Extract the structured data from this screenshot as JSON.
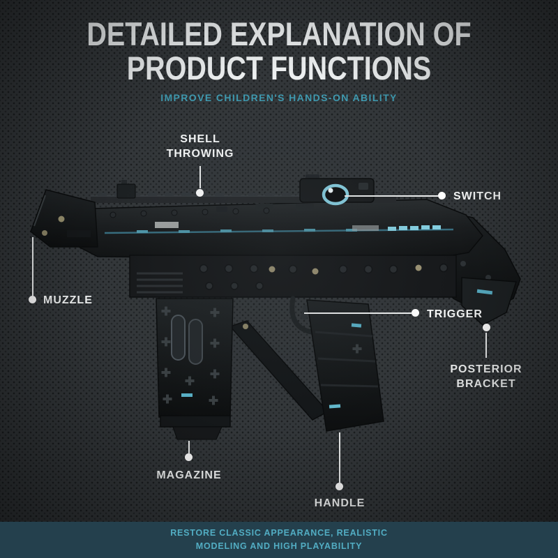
{
  "header": {
    "title_line1": "DETAILED EXPLANATION OF",
    "title_line2": "PRODUCT FUNCTIONS",
    "subtitle": "IMPROVE CHILDREN'S HANDS-ON ABILITY"
  },
  "callouts": [
    {
      "id": "shell-throwing",
      "label": "SHELL THROWING"
    },
    {
      "id": "switch",
      "label": "SWITCH"
    },
    {
      "id": "muzzle",
      "label": "MUZZLE"
    },
    {
      "id": "trigger",
      "label": "TRIGGER"
    },
    {
      "id": "posterior-bracket",
      "label": "POSTERIOR BRACKET"
    },
    {
      "id": "magazine",
      "label": "MAGAZINE"
    },
    {
      "id": "handle",
      "label": "HANDLE"
    }
  ],
  "footer": {
    "text": "RESTORE CLASSIC APPEARANCE, REALISTIC MODELING AND HIGH PLAYABILITY"
  },
  "colors": {
    "accent_teal": "#6fc3d9",
    "subtitle_teal": "#3f9ab0",
    "label_white": "#f7f9f9",
    "background": "#33373a",
    "footer_background": "#24404d",
    "footer_text": "#52adc3"
  }
}
